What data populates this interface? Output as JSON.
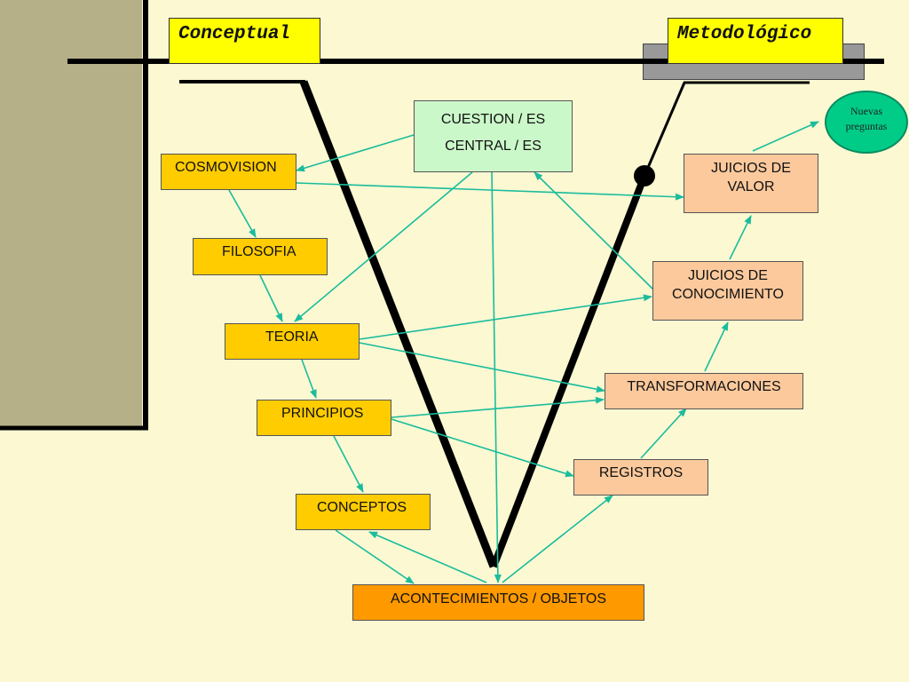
{
  "headers": {
    "conceptual": "Conceptual",
    "metodologico": "Metodológico"
  },
  "boxes": {
    "cuestion_line1": "CUESTION / ES",
    "cuestion_line2": "CENTRAL / ES",
    "cosmovision": "COSMOVISION",
    "filosofia": "FILOSOFIA",
    "teoria": "TEORIA",
    "principios": "PRINCIPIOS",
    "conceptos": "CONCEPTOS",
    "acontecimientos": "ACONTECIMIENTOS / OBJETOS",
    "juicios_valor_line1": "JUICIOS DE",
    "juicios_valor_line2": "VALOR",
    "juicios_conocimiento_line1": "JUICIOS DE",
    "juicios_conocimiento_line2": "CONOCIMIENTO",
    "transformaciones": "TRANSFORMACIONES",
    "registros": "REGISTROS",
    "nuevas_line1": "Nuevas",
    "nuevas_line2": "preguntas"
  },
  "colors": {
    "background": "#fbf8d2",
    "side_panel": "#b5b088",
    "conceptual_boxes": "#ffcc00",
    "methodological_boxes": "#fbc99c",
    "question_box": "#cbf8c9",
    "events_box": "#ff9900",
    "new_questions": "#00cc88",
    "arrows": "#1abc9c",
    "v_line": "#000000"
  }
}
